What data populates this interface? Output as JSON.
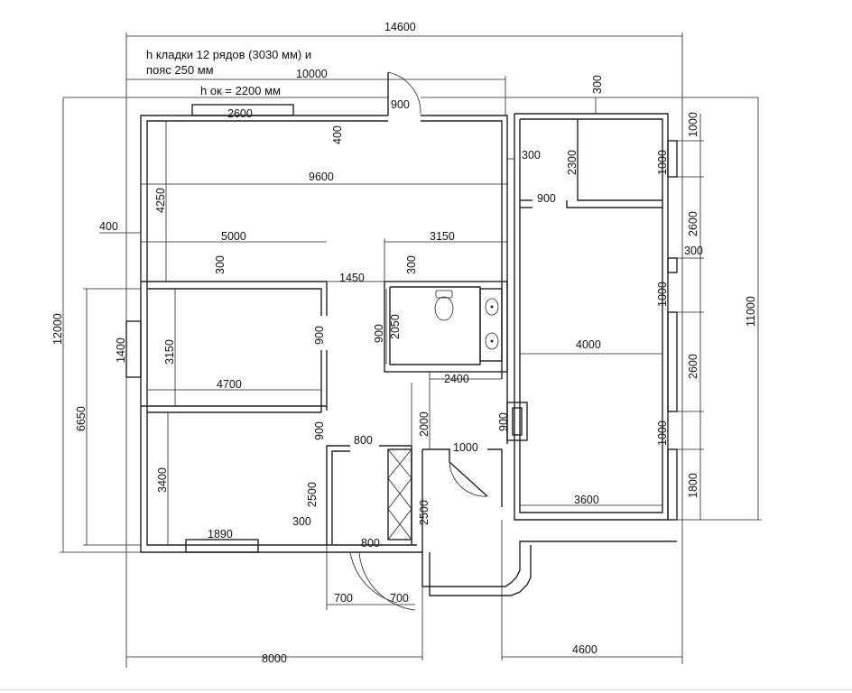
{
  "notes": {
    "masonry_line1": "h кладки 12 рядов (3030 мм) и",
    "masonry_line2": "пояс 250 мм",
    "window_height": "h ок = 2200 мм"
  },
  "dimensions": {
    "overall_width": "14600",
    "front_width": "10000",
    "window_top": "2600",
    "door_top": "900",
    "pier_400": "400",
    "offset_300_top": "300",
    "hall_width": "9600",
    "hall_depth": "4250",
    "left_offset": "400",
    "bed1_width": "5000",
    "wall_300_a": "300",
    "bath_width": "3150",
    "wall_300_b": "300",
    "passage": "1450",
    "bath_door": "900",
    "bath_depth": "2050",
    "bed2_door": "900",
    "window_left": "1400",
    "bed2_depth": "3150",
    "overall_height": "12000",
    "bed2_width": "4700",
    "corridor_width": "2400",
    "corridor_depth": "2000",
    "left_lower": "6650",
    "bed3_door": "900",
    "door_800_a": "800",
    "door_1000": "1000",
    "bed3_depth": "3400",
    "closet_2500_a": "2500",
    "closet_2500_b": "2500",
    "wall_300_c": "300",
    "window_bottom": "1890",
    "door_800_b": "800",
    "step_700_a": "700",
    "step_700_b": "700",
    "bottom_8000": "8000",
    "right_wing_offset": "300",
    "right_room_depth": "2300",
    "right_door_900": "900",
    "right_door_side": "900",
    "right_wall_300": "300",
    "right_room_width": "4000",
    "right_room2_width": "3600",
    "pier_1000_a": "1000",
    "pier_1000_b": "1000",
    "pier_1000_c": "1000",
    "pier_1000_d": "1000",
    "win_2600_a": "2600",
    "win_2600_b": "2600",
    "right_offset_300": "300",
    "right_end_1800": "1800",
    "right_height": "11000",
    "bottom_4600": "4600"
  },
  "fixtures": [
    "toilet-icon",
    "sink-icon",
    "basin-icon"
  ]
}
